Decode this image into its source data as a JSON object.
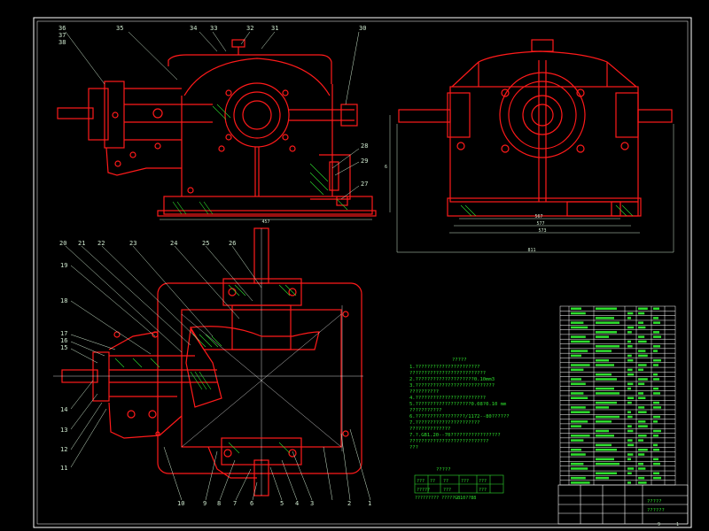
{
  "drawing": {
    "colors": {
      "background": "#000000",
      "outline": "#ff1a1a",
      "frame": "#ffffff",
      "text": "#2ee02e",
      "hatch": "#2ee02e",
      "leader": "#cfe9cf"
    },
    "front_view_labels": [
      "35",
      "34",
      "33",
      "32",
      "31",
      "30",
      "36",
      "37",
      "38",
      "28",
      "29",
      "27"
    ],
    "front_view_dims": [
      "457",
      "6"
    ],
    "side_view_dims": [
      "567",
      "577",
      "573",
      "811"
    ],
    "plan_view_labels_left": [
      "20",
      "21",
      "22",
      "23",
      "24",
      "25",
      "26",
      "19",
      "18",
      "17",
      "16",
      "15",
      "14",
      "13",
      "12",
      "11"
    ],
    "plan_view_labels_bottom": [
      "10",
      "9",
      "8",
      "7",
      "6",
      "5",
      "4",
      "3",
      "2",
      "1"
    ],
    "notes_title": "?????",
    "notes": [
      "1.??????????????????????",
      "??????????????????????????",
      "2.????????????????????0.10mm3",
      "3.???????????????????????????",
      "??????????",
      "4.????????????????????????",
      "5.???????????????????0.08?0.10 mm",
      "???????????",
      "6.?????????????????/1172--80??????",
      "7.??????????????????????",
      "??????????????",
      "7.?.GB1.20--70?????????????????",
      "???????????????????????????",
      "???"
    ],
    "tech_table_title": "?????",
    "tech_table_cells": [
      "???",
      "??",
      "??",
      "???",
      "???",
      "?????",
      "???",
      "???"
    ],
    "tech_table_footer": "?????????     ?????GB10??88",
    "title_block_text": [
      "?????",
      "??????"
    ],
    "sheet_marks": [
      "9",
      "1"
    ]
  }
}
